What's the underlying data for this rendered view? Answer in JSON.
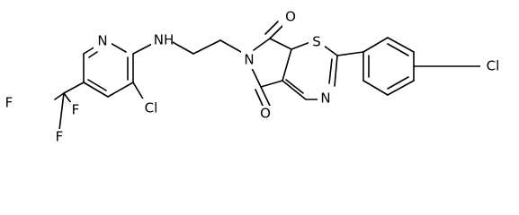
{
  "structure": {
    "atoms": {
      "n_pyridine": "N",
      "nh": "NH",
      "cl_pyridine": "Cl",
      "f_top": "F",
      "f_left": "F",
      "f_bottom": "F",
      "n_imide": "N",
      "o_top": "O",
      "o_bottom": "O",
      "s_thiazine": "S",
      "n_thiazine": "N",
      "cl_phenyl": "Cl"
    }
  },
  "colors": {
    "bond": "#000000",
    "label": "#000000",
    "background": "#ffffff"
  }
}
